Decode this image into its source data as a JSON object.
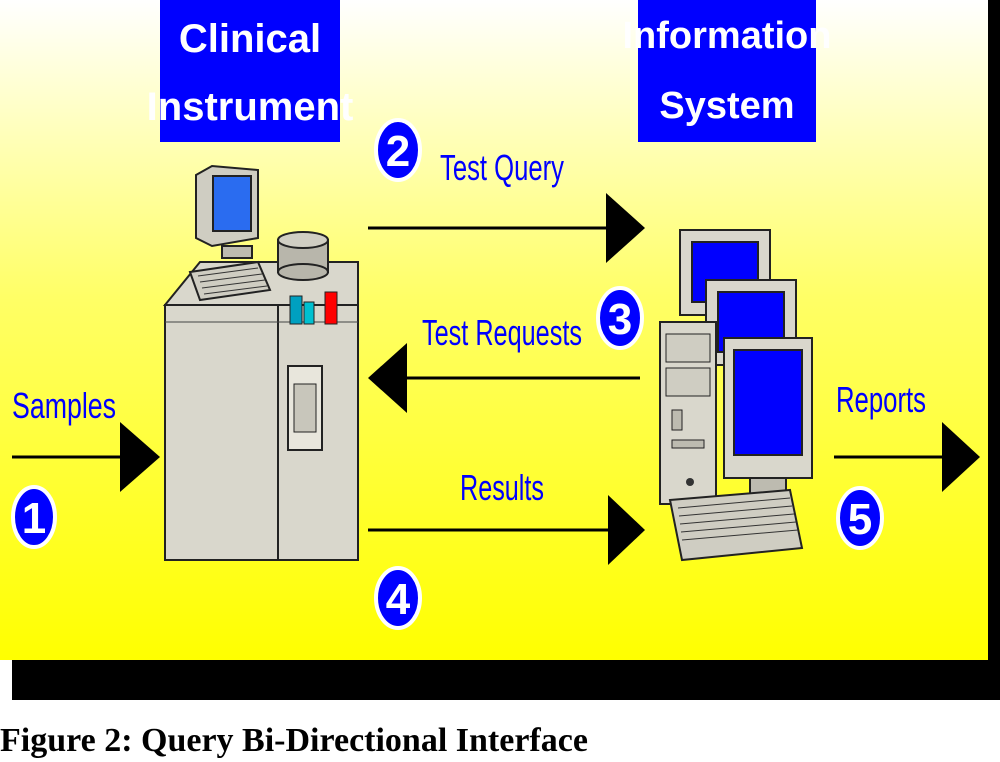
{
  "boxes": {
    "clinical_instrument": {
      "line1": "Clinical",
      "line2": "Instrument"
    },
    "information_system": {
      "line1": "Information",
      "line2": "System"
    }
  },
  "steps": [
    {
      "number": "1",
      "label": "Samples"
    },
    {
      "number": "2",
      "label": "Test Query"
    },
    {
      "number": "3",
      "label": "Test Requests"
    },
    {
      "number": "4",
      "label": "Results"
    },
    {
      "number": "5",
      "label": "Reports"
    }
  ],
  "caption": "Figure 2: Query Bi-Directional Interface",
  "colors": {
    "background_top": "#ffffff",
    "background_bottom": "#ffff00",
    "label_box": "#0000ff",
    "label_text": "#0000ff",
    "badge": "#0000ff",
    "arrow": "#000000"
  }
}
